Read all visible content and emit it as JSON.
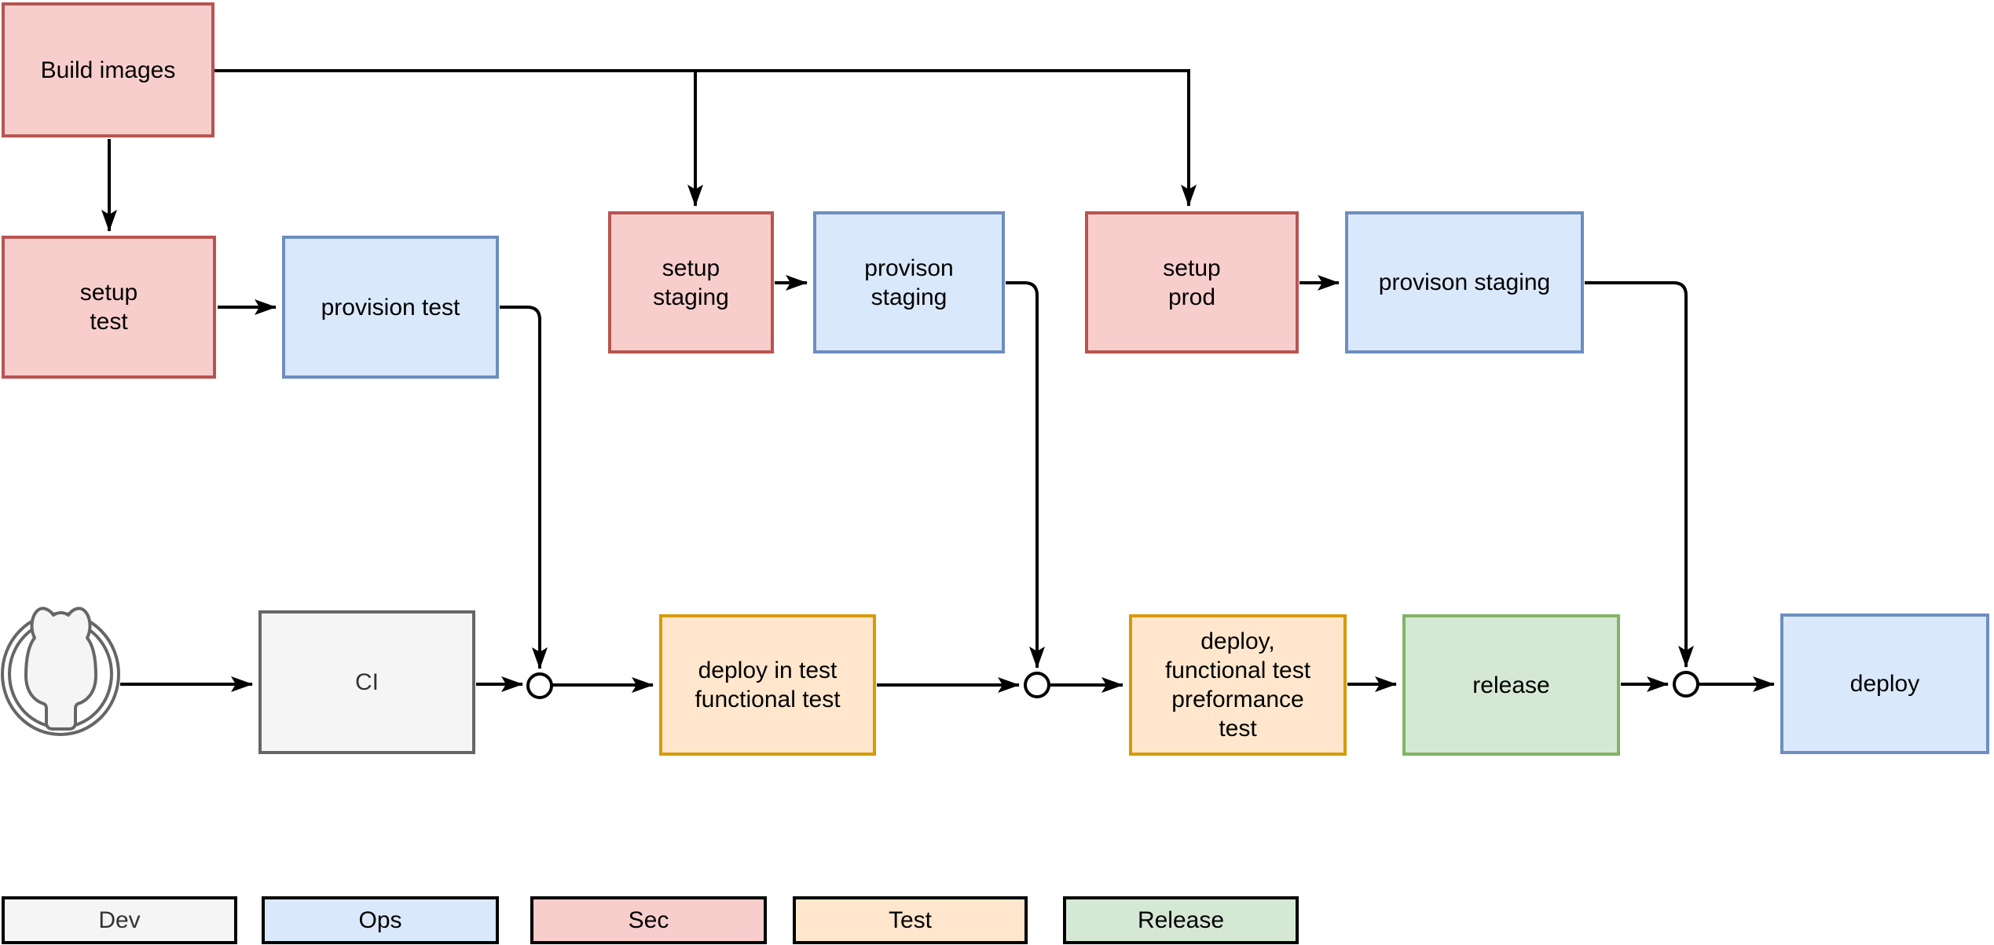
{
  "diagram": {
    "kind": "devops-pipeline-flowchart",
    "nodes": [
      {
        "id": "build-images",
        "label": "Build images",
        "category": "sec"
      },
      {
        "id": "setup-test",
        "label": "setup\ntest",
        "category": "sec"
      },
      {
        "id": "provision-test",
        "label": "provision test",
        "category": "ops"
      },
      {
        "id": "setup-staging",
        "label": "setup\nstaging",
        "category": "sec"
      },
      {
        "id": "provison-staging-1",
        "label": "provison\nstaging",
        "category": "ops"
      },
      {
        "id": "setup-prod",
        "label": "setup\nprod",
        "category": "sec"
      },
      {
        "id": "provison-staging-2",
        "label": "provison staging",
        "category": "ops"
      },
      {
        "id": "ci",
        "label": "CI",
        "category": "dev"
      },
      {
        "id": "deploy-in-test",
        "label": "deploy in test\nfunctional test",
        "category": "test"
      },
      {
        "id": "deploy-functional-perf",
        "label": "deploy,\nfunctional test\npreformance\ntest",
        "category": "test"
      },
      {
        "id": "release",
        "label": "release",
        "category": "release"
      },
      {
        "id": "deploy",
        "label": "deploy",
        "category": "ops"
      }
    ],
    "source_icon": {
      "name": "github-icon"
    },
    "legend": [
      {
        "label": "Dev",
        "category": "dev"
      },
      {
        "label": "Ops",
        "category": "ops"
      },
      {
        "label": "Sec",
        "category": "sec"
      },
      {
        "label": "Test",
        "category": "test"
      },
      {
        "label": "Release",
        "category": "release"
      }
    ],
    "colors": {
      "dev": {
        "fill": "#f5f5f5",
        "stroke": "#666666",
        "text": "#333333"
      },
      "ops": {
        "fill": "#dae8fc",
        "stroke": "#6c8ebf",
        "text": "#000000"
      },
      "sec": {
        "fill": "#f8cecc",
        "stroke": "#b85450",
        "text": "#000000"
      },
      "test": {
        "fill": "#ffe6cc",
        "stroke": "#d79b00",
        "text": "#000000"
      },
      "release": {
        "fill": "#d5e8d4",
        "stroke": "#82b366",
        "text": "#000000"
      },
      "edge": "#000000"
    }
  }
}
